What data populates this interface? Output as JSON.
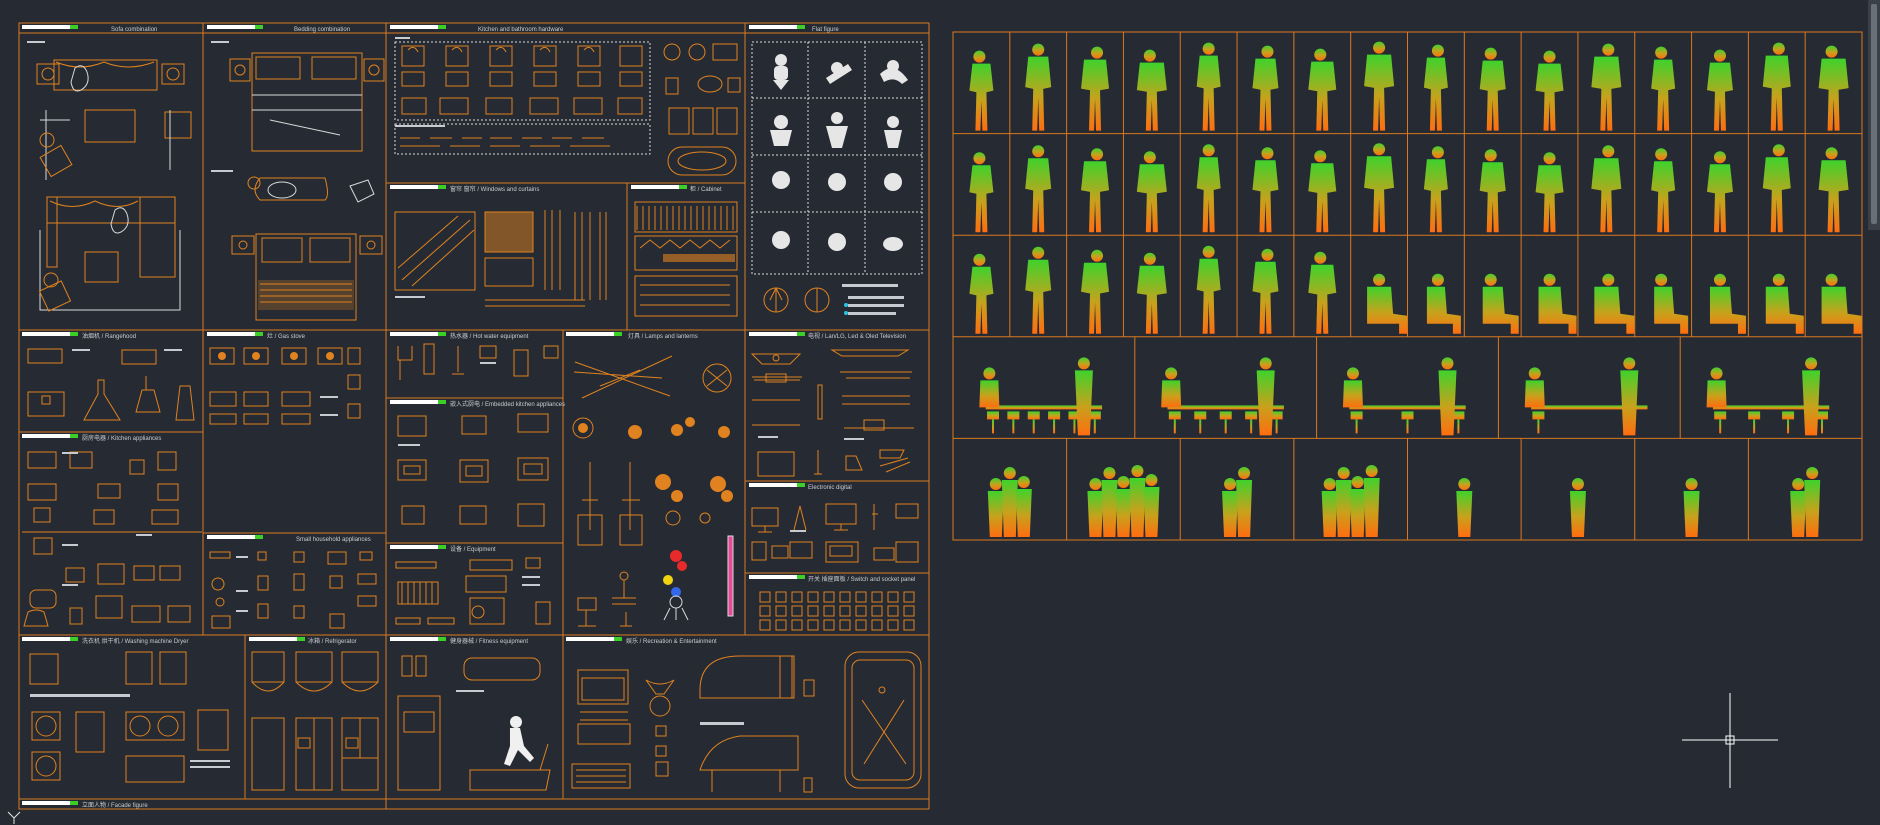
{
  "canvas": {
    "background": "#262b33",
    "line_color": "#d9781f",
    "accent_bar": "#ffffff",
    "accent_green": "#3ccf2a"
  },
  "panels": [
    {
      "id": "sofa",
      "title": "Sofa combination"
    },
    {
      "id": "bed",
      "title": "Bedding combination"
    },
    {
      "id": "kitchen",
      "title": "Kitchen and bathroom hardware"
    },
    {
      "id": "flat",
      "title": "Flat figure"
    },
    {
      "id": "range",
      "title": "油烟机 / Rangehood"
    },
    {
      "id": "gas",
      "title": "灶 / Gas stove"
    },
    {
      "id": "water",
      "title": "热水器 / Hot water equipment"
    },
    {
      "id": "lamps",
      "title": "灯具 / Lamps and lanterns"
    },
    {
      "id": "tv",
      "title": "电视 / Lan/LG, Led & Oled Television"
    },
    {
      "id": "kapp",
      "title": "厨房电器 / Kitchen appliances"
    },
    {
      "id": "embedded",
      "title": "嵌入式厨电 / Embedded kitchen appliances"
    },
    {
      "id": "curtain",
      "title": "窗帘 窗帘 / Windows and curtains"
    },
    {
      "id": "cabinet",
      "title": "柜 / Cabinet"
    },
    {
      "id": "digital",
      "title": "Electronic digital"
    },
    {
      "id": "small",
      "title": "Small household appliances"
    },
    {
      "id": "equip",
      "title": "设备 / Equipment"
    },
    {
      "id": "switch",
      "title": "开关 插座面板 / Switch and socket panel"
    },
    {
      "id": "washer",
      "title": "洗衣机 烘干机 / Washing machine Dryer"
    },
    {
      "id": "fridge",
      "title": "冰箱 / Refrigerator"
    },
    {
      "id": "fitness",
      "title": "健身器械 / Fitness equipment"
    },
    {
      "id": "recreation",
      "title": "娱乐 / Recreation & Entertainment"
    },
    {
      "id": "facade",
      "title": "立面人物 / Facade figure"
    }
  ],
  "people_rows": [
    {
      "count": 16
    },
    {
      "count": 16
    },
    {
      "count": 16
    },
    {
      "count": 5
    },
    {
      "count": 8
    }
  ]
}
